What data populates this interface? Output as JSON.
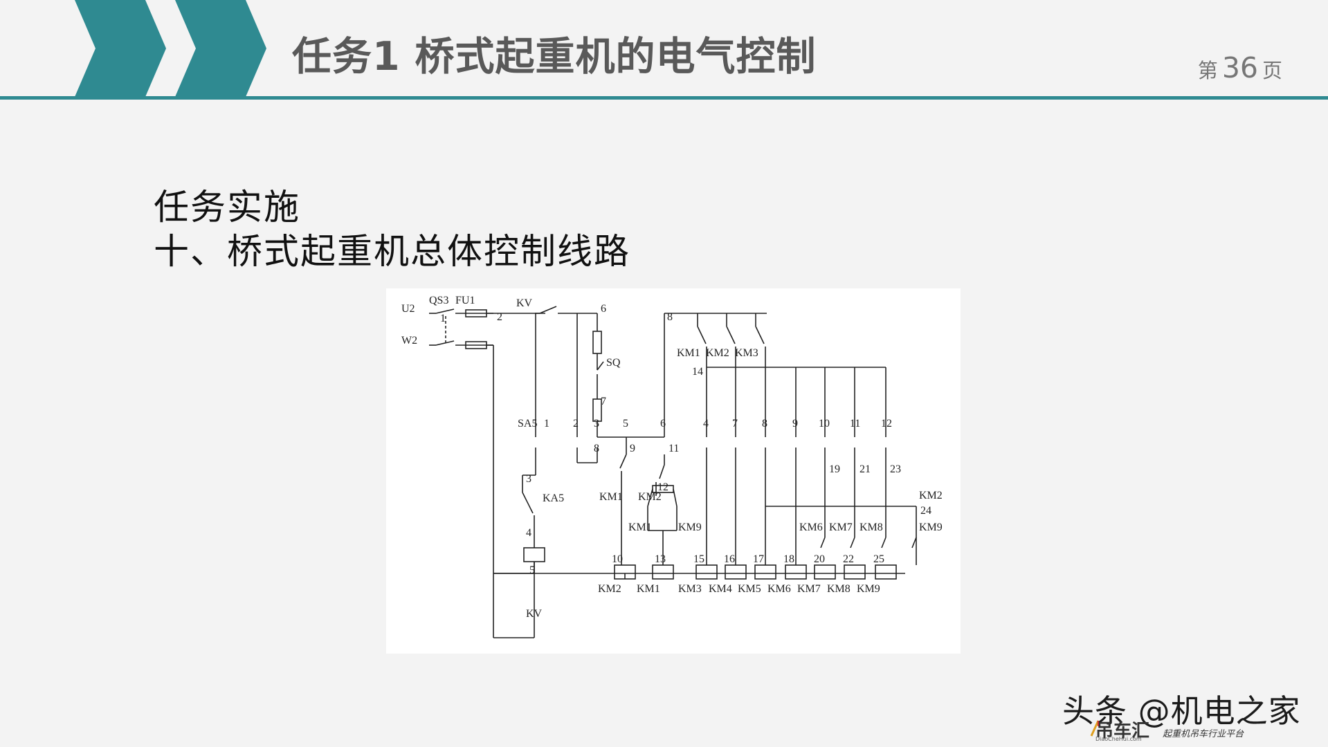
{
  "header": {
    "title": "任务1  桥式起重机的电气控制",
    "page_prefix": "第",
    "page_number": "36",
    "page_suffix": "页",
    "accent_color": "#2f8a91"
  },
  "content": {
    "heading_1": "任务实施",
    "heading_2": "十、桥式起重机总体控制线路"
  },
  "diagram": {
    "labels": {
      "u2": "U2",
      "w2": "W2",
      "qs3": "QS3",
      "fu1": "FU1",
      "kv_top": "KV",
      "n1": "1",
      "n2_top": "2",
      "n6_top": "6",
      "n7_top": "7",
      "sq": "SQ",
      "n8_top": "8",
      "km1_top": "KM1",
      "km2_top": "KM2",
      "km3_top": "KM3",
      "n14": "14",
      "sa5": "SA5",
      "sa_1": "1",
      "sa_2": "2",
      "sa_3": "3",
      "sa_5": "5",
      "sa_6": "6",
      "sa_4": "4",
      "sa_7": "7",
      "sa_8": "8",
      "sa_9": "9",
      "sa_10": "10",
      "sa_11": "11",
      "sa_12": "12",
      "n8_low": "8",
      "n3": "3",
      "ka5": "KA5",
      "n4": "4",
      "n9": "9",
      "n11": "11",
      "km1_mid": "KM1",
      "km2_mid": "KM2",
      "n19": "19",
      "n21": "21",
      "n23": "23",
      "n12": "12",
      "km1_low": "KM1",
      "km9_low": "KM9",
      "km6": "KM6",
      "km7": "KM7",
      "km8": "KM8",
      "km2_right": "KM2",
      "n24": "24",
      "km9_right": "KM9",
      "c10": "10",
      "c13": "13",
      "c15": "15",
      "c16": "16",
      "c17": "17",
      "c18": "18",
      "c20": "20",
      "c22": "22",
      "c25": "25",
      "coil_km2": "KM2",
      "coil_km1": "KM1",
      "coil_km3": "KM3",
      "coil_km4": "KM4",
      "coil_km5": "KM5",
      "coil_km6": "KM6",
      "coil_km7": "KM7",
      "coil_km8": "KM8",
      "coil_km9": "KM9",
      "n5": "5",
      "kv_bottom": "KV"
    }
  },
  "watermark": {
    "text": "头条 @机电之家",
    "brand": "吊车汇",
    "domain": "DiaoCheHui.com",
    "tagline": "起重机吊车行业平台"
  }
}
